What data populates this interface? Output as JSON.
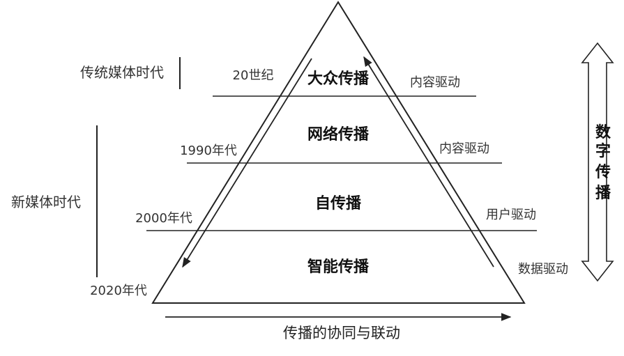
{
  "eras": {
    "traditional": "传统媒体时代",
    "new": "新媒体时代"
  },
  "layers": [
    {
      "name": "大众传播",
      "year": "20世纪",
      "driver": "内容驱动"
    },
    {
      "name": "网络传播",
      "year": "1990年代",
      "driver": "内容驱动"
    },
    {
      "name": "自传播",
      "year": "2000年代",
      "driver": "用户驱动"
    },
    {
      "name": "智能传播",
      "year": "2020年代",
      "driver": "数据驱动"
    }
  ],
  "bottom_label": "传播的协同与联动",
  "side_label_chars": [
    "数",
    "字",
    "传",
    "播"
  ]
}
